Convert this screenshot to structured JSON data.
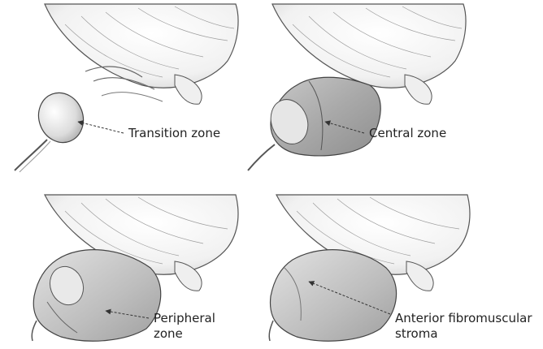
{
  "figure": {
    "panels": [
      {
        "label": "Transition zone"
      },
      {
        "label": "Central zone"
      },
      {
        "label": "Peripheral\nzone"
      },
      {
        "label": "Anterior fibromuscular\nstroma"
      }
    ]
  }
}
